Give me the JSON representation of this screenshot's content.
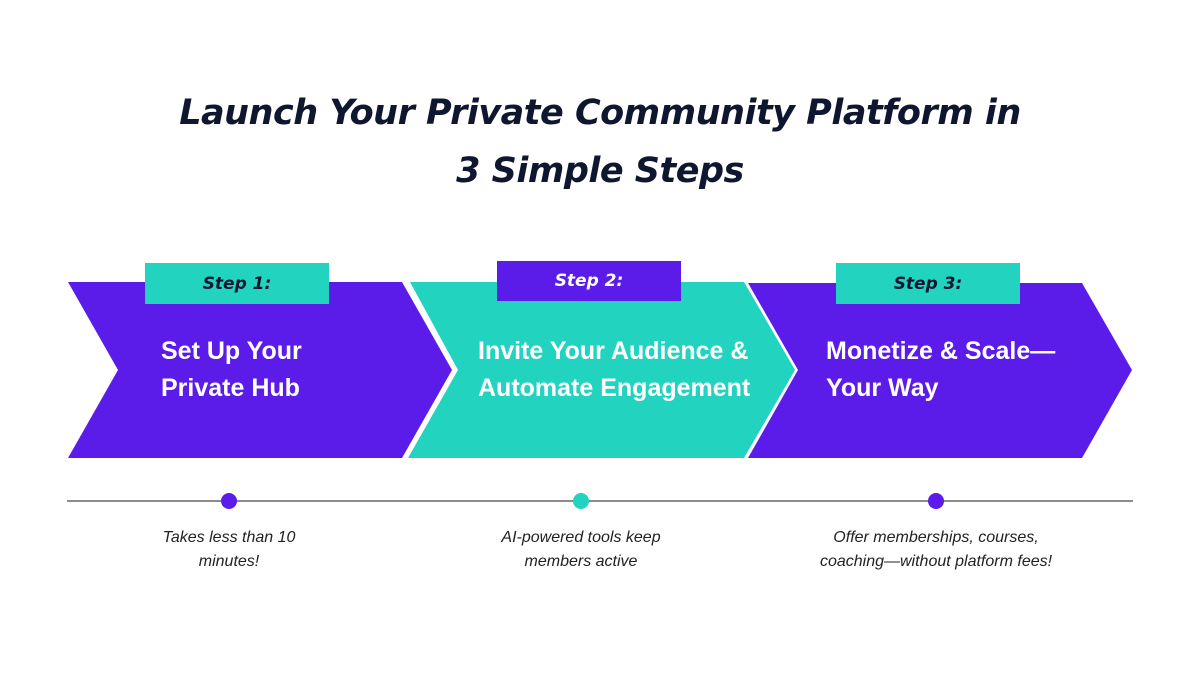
{
  "title": {
    "line1": "Launch Your Private Community Platform in",
    "line2": "3 Simple Steps"
  },
  "colors": {
    "purple": "#5b1be8",
    "teal": "#22d3c0",
    "title": "#0f1730",
    "timeline": "#666666"
  },
  "steps": [
    {
      "badge": "Step 1:",
      "title_line1": "Set Up Your",
      "title_line2": "Private Hub",
      "note_line1": "Takes less than 10",
      "note_line2": "minutes!",
      "shape_color": "purple",
      "badge_color": "teal",
      "dot_color": "purple"
    },
    {
      "badge": "Step 2:",
      "title_line1": "Invite Your Audience &",
      "title_line2": "Automate Engagement",
      "note_line1": "AI-powered tools keep",
      "note_line2": "members active",
      "shape_color": "teal",
      "badge_color": "purple",
      "dot_color": "teal"
    },
    {
      "badge": "Step 3:",
      "title_line1": "Monetize & Scale—",
      "title_line2": "Your Way",
      "note_line1": "Offer memberships, courses,",
      "note_line2": "coaching—without platform fees!",
      "shape_color": "purple",
      "badge_color": "teal",
      "dot_color": "purple"
    }
  ]
}
